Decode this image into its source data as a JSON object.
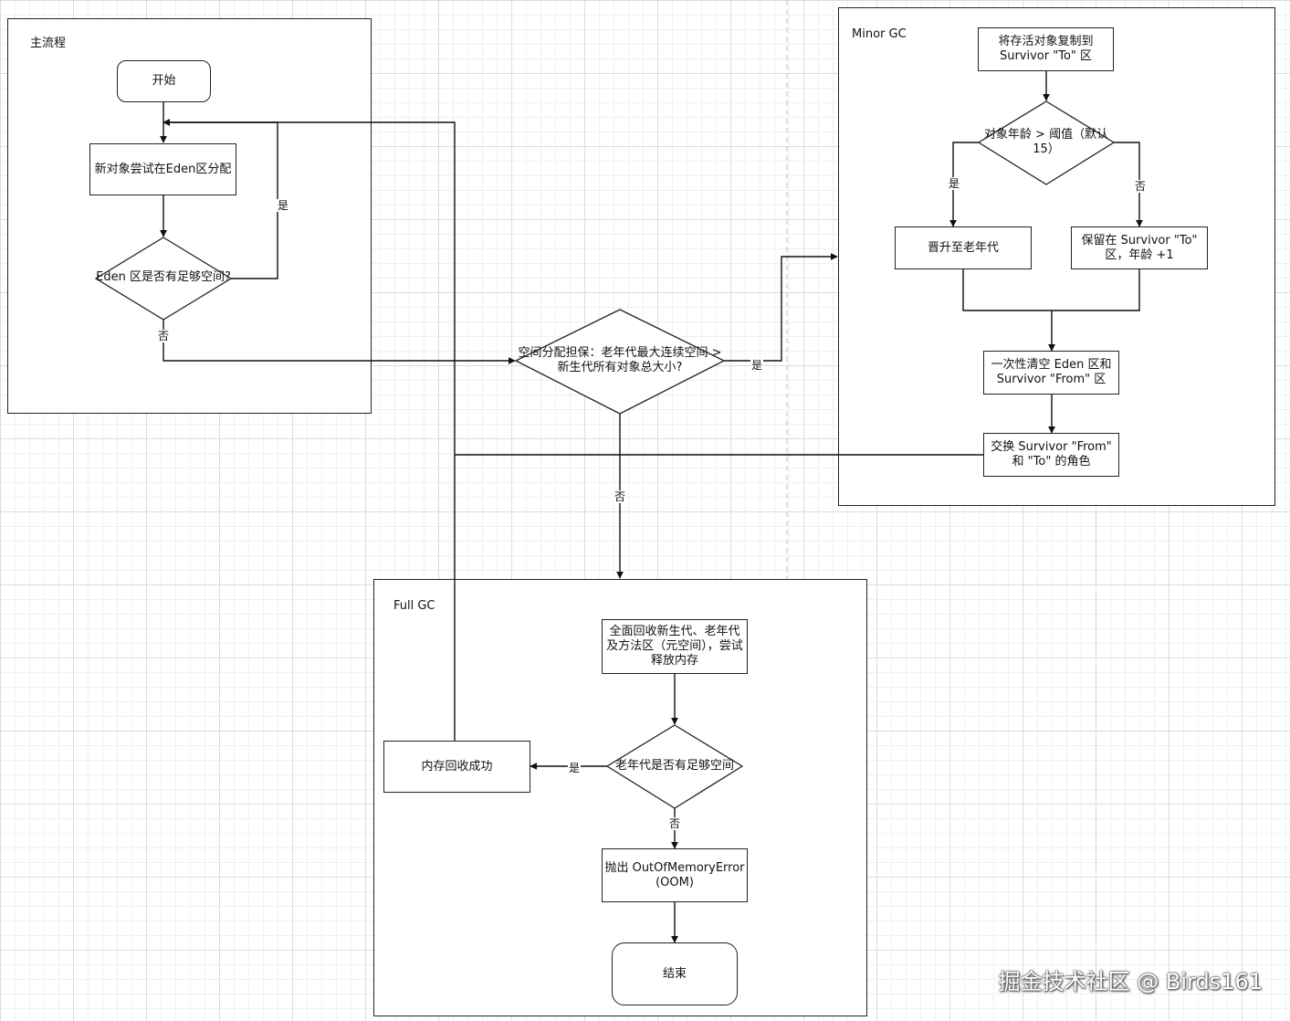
{
  "containers": {
    "main": {
      "title": "主流程"
    },
    "minor": {
      "title": "Minor GC"
    },
    "full": {
      "title": "Full GC"
    }
  },
  "nodes": {
    "start": "开始",
    "alloc_eden": "新对象尝试在Eden区分配",
    "eden_has_space": "Eden 区是否有足够空间?",
    "guarantee": "空间分配担保：老年代最大连续空间 > 新生代所有对象总大小?",
    "copy_to_survivor": "将存活对象复制到 Survivor \"To\" 区",
    "age_threshold": "对象年龄 > 阈值（默认 15）",
    "promote_old": "晋升至老年代",
    "stay_survivor": "保留在 Survivor \"To\" 区，年龄 +1",
    "clear_eden_from": "一次性清空 Eden 区和 Survivor \"From\" 区",
    "swap_survivor": "交换 Survivor \"From\" 和 \"To\" 的角色",
    "full_collect": "全面回收新生代、老年代及方法区（元空间），尝试释放内存",
    "old_has_space": "老年代是否有足够空间",
    "memory_reclaimed": "内存回收成功",
    "throw_oom": "抛出 OutOfMemoryError (OOM)",
    "end": "结束"
  },
  "edge_labels": {
    "eden_yes": "是",
    "eden_no": "否",
    "guarantee_yes": "是",
    "guarantee_no": "否",
    "age_yes": "是",
    "age_no": "否",
    "old_yes": "是",
    "old_no": "否"
  },
  "watermark": "掘金技术社区 @ Birds161",
  "colors": {
    "line": "#111111",
    "background": "#ffffff",
    "grid": "#dcdcdc"
  }
}
